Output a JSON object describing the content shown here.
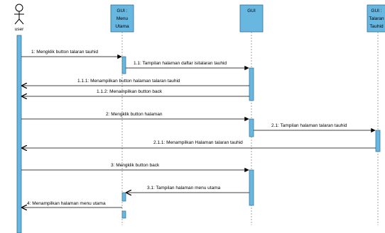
{
  "actor": {
    "name": "user"
  },
  "lifelines": [
    {
      "id": "user",
      "lines": []
    },
    {
      "id": "menu",
      "lines": [
        "GUI :",
        "Menu",
        "Utama"
      ]
    },
    {
      "id": "gui",
      "lines": [
        "GUI"
      ]
    },
    {
      "id": "talaran",
      "lines": [
        "GUI :",
        "Talaran",
        "Tauhid"
      ]
    }
  ],
  "messages": [
    {
      "id": "m1",
      "text": "1: Mengklik button talaran tauhid"
    },
    {
      "id": "m2",
      "text": "1.1: Tampilan halaman daftar isitalaran tauhid"
    },
    {
      "id": "m3",
      "text": "1.1.1: Menampilkan button halaman talaran tauhid"
    },
    {
      "id": "m4",
      "text": "1.1.2: Menampilkan button back"
    },
    {
      "id": "m5",
      "text": "2: Mengklik button halaman"
    },
    {
      "id": "m6",
      "text": "2.1: Tampilan halaman talaran tauhid"
    },
    {
      "id": "m7",
      "text": "2.1.1: Menampilkan Halaman talaran tauhid"
    },
    {
      "id": "m8",
      "text": "3: Mengklik button back"
    },
    {
      "id": "m9",
      "text": "3.1: Tampilan halaman menu utama"
    },
    {
      "id": "m10",
      "text": "4: Menampilkan halaman menu utama"
    }
  ],
  "colors": {
    "lifeline_fill": "#67B7E1",
    "lifeline_stroke": "#2E6E96",
    "line": "#000000",
    "lifeline_dash": "#7f7f7f"
  }
}
